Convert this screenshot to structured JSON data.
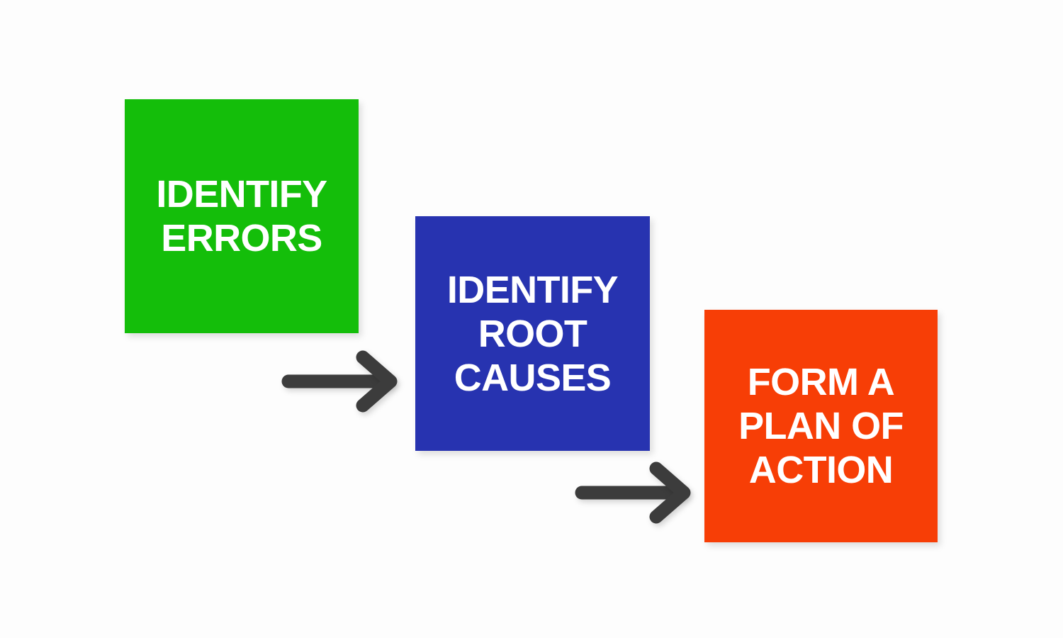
{
  "diagram": {
    "type": "process-flow",
    "background_color": "#fdfdfd",
    "direction": "left-to-right descending staircase",
    "steps": [
      {
        "index": 1,
        "id": "identify-errors",
        "label": "IDENTIFY\nERRORS",
        "lines": [
          "IDENTIFY",
          "ERRORS"
        ],
        "color": "#14BE0A",
        "color_name": "green",
        "text_color": "#ffffff"
      },
      {
        "index": 2,
        "id": "identify-root-causes",
        "label": "IDENTIFY\nROOT\nCAUSES",
        "lines": [
          "IDENTIFY",
          "ROOT",
          "CAUSES"
        ],
        "color": "#2733B0",
        "color_name": "blue",
        "text_color": "#ffffff"
      },
      {
        "index": 3,
        "id": "form-a-plan-of-action",
        "label": "FORM A\nPLAN OF\nACTION",
        "lines": [
          "FORM A",
          "PLAN OF",
          "ACTION"
        ],
        "color": "#F73E06",
        "color_name": "orange-red",
        "text_color": "#ffffff"
      }
    ],
    "connectors": [
      {
        "id": "arrow-step1-to-step2",
        "icon": "arrow-right-icon",
        "from": "identify-errors",
        "to": "identify-root-causes",
        "color": "#3C3C3C"
      },
      {
        "id": "arrow-step2-to-step3",
        "icon": "arrow-right-icon",
        "from": "identify-root-causes",
        "to": "form-a-plan-of-action",
        "color": "#3C3C3C"
      }
    ]
  }
}
